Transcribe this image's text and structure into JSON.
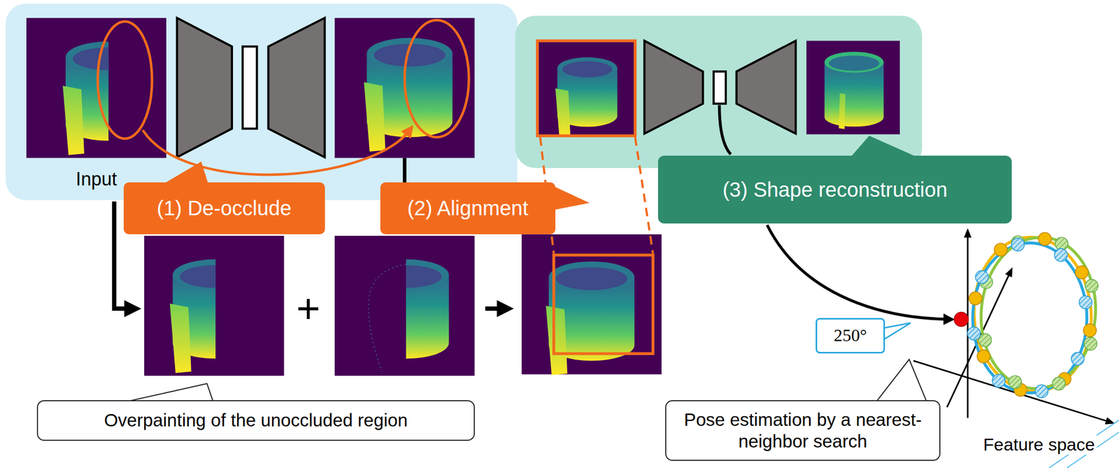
{
  "diagram": {
    "nodes": [
      {
        "text": [
          "(1) De-occlude"
        ]
      },
      {
        "text": [
          "(2) Alignment"
        ]
      },
      {
        "text": [
          "(3) Shape reconstruction"
        ]
      },
      {
        "text": [
          "Overpainting of the unoccluded region"
        ]
      },
      {
        "text": [
          "250°"
        ]
      },
      {
        "text": [
          "Pose estimation by a nearest-neighbor search"
        ]
      }
    ],
    "labels": [
      "Input",
      "+",
      "Feature space"
    ]
  }
}
